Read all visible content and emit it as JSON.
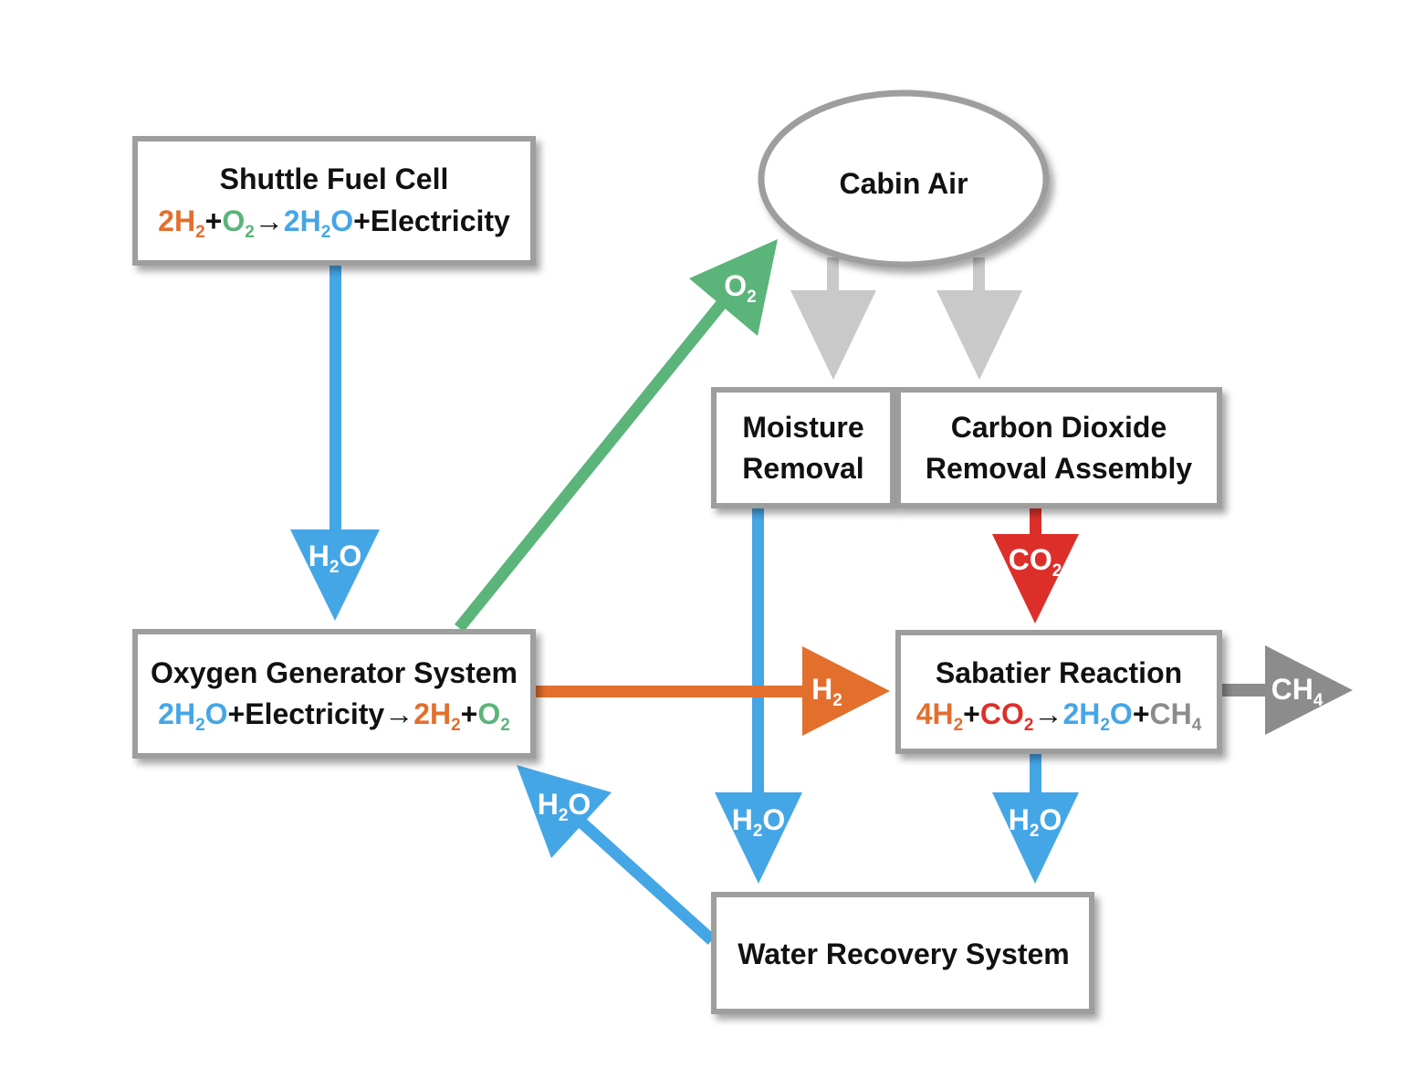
{
  "colors": {
    "h2": "#e36f2d",
    "o2": "#5bb47a",
    "h2o": "#45a6e6",
    "co2": "#dd2f2a",
    "ch4": "#8c8c8c",
    "gray_arrow": "#c9c9c9",
    "text": "#111111"
  },
  "nodes": {
    "fuel_cell": {
      "title": "Shuttle Fuel Cell",
      "equation": [
        {
          "t": "2H",
          "c": "h2"
        },
        {
          "t": "2",
          "c": "h2",
          "sub": true
        },
        {
          "t": "+",
          "c": "text"
        },
        {
          "t": "O",
          "c": "o2"
        },
        {
          "t": "2",
          "c": "o2",
          "sub": true
        },
        {
          "t": "→",
          "c": "text"
        },
        {
          "t": "2H",
          "c": "h2o"
        },
        {
          "t": "2",
          "c": "h2o",
          "sub": true
        },
        {
          "t": "O",
          "c": "h2o"
        },
        {
          "t": "+",
          "c": "text"
        },
        {
          "t": "Electricity",
          "c": "text"
        }
      ]
    },
    "cabin_air": {
      "title": "Cabin Air"
    },
    "moisture_removal": {
      "line1": "Moisture",
      "line2": "Removal"
    },
    "co2_removal": {
      "line1": "Carbon Dioxide",
      "line2": "Removal Assembly"
    },
    "oxygen_generator": {
      "title": "Oxygen Generator System",
      "equation": [
        {
          "t": "2H",
          "c": "h2o"
        },
        {
          "t": "2",
          "c": "h2o",
          "sub": true
        },
        {
          "t": "O",
          "c": "h2o"
        },
        {
          "t": "+",
          "c": "text"
        },
        {
          "t": "Electricity",
          "c": "text"
        },
        {
          "t": "→",
          "c": "text"
        },
        {
          "t": "2H",
          "c": "h2"
        },
        {
          "t": "2",
          "c": "h2",
          "sub": true
        },
        {
          "t": "+",
          "c": "text"
        },
        {
          "t": "O",
          "c": "o2"
        },
        {
          "t": "2",
          "c": "o2",
          "sub": true
        }
      ]
    },
    "sabatier": {
      "title": "Sabatier Reaction",
      "equation": [
        {
          "t": "4H",
          "c": "h2"
        },
        {
          "t": "2",
          "c": "h2",
          "sub": true
        },
        {
          "t": "+",
          "c": "text"
        },
        {
          "t": "CO",
          "c": "co2"
        },
        {
          "t": "2",
          "c": "co2",
          "sub": true
        },
        {
          "t": "→",
          "c": "text"
        },
        {
          "t": "2H",
          "c": "h2o"
        },
        {
          "t": "2",
          "c": "h2o",
          "sub": true
        },
        {
          "t": "O",
          "c": "h2o"
        },
        {
          "t": "+",
          "c": "text"
        },
        {
          "t": "CH",
          "c": "ch4"
        },
        {
          "t": "4",
          "c": "ch4",
          "sub": true
        }
      ]
    },
    "water_recovery": {
      "title": "Water Recovery System"
    }
  },
  "arrows": {
    "fuelcell_to_ogs": {
      "base": "H",
      "sub": "2",
      "tail": "O"
    },
    "ogs_to_cabin": {
      "base": "O",
      "sub": "2",
      "tail": ""
    },
    "ogs_to_sabatier": {
      "base": "H",
      "sub": "2",
      "tail": ""
    },
    "co2_to_sabatier": {
      "base": "CO",
      "sub": "2",
      "tail": ""
    },
    "sabatier_out": {
      "base": "CH",
      "sub": "4",
      "tail": ""
    },
    "moisture_to_wrs": {
      "base": "H",
      "sub": "2",
      "tail": "O"
    },
    "sabatier_to_wrs": {
      "base": "H",
      "sub": "2",
      "tail": "O"
    },
    "wrs_to_ogs": {
      "base": "H",
      "sub": "2",
      "tail": "O"
    }
  }
}
